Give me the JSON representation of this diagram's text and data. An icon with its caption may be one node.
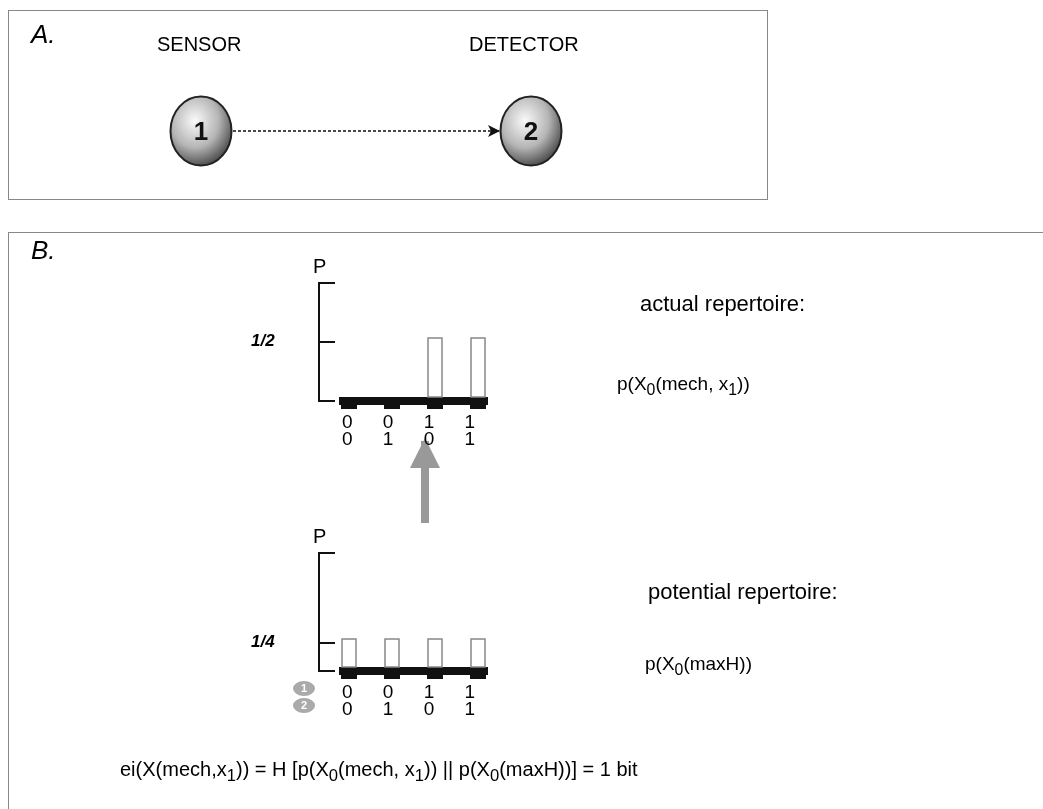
{
  "diagram": {
    "nodes": [
      {
        "text": [
          "A."
        ]
      },
      {
        "text": [
          "1"
        ],
        "beside": [
          "SENSOR"
        ],
        "in": 0
      },
      {
        "text": [
          "2"
        ],
        "beside": [
          "DETECTOR"
        ],
        "in": 0
      },
      {
        "text": [
          "B."
        ]
      },
      {
        "text": [
          "P",
          "1/2",
          "0 0 1 1",
          "0 1 0 1"
        ],
        "in": 3
      },
      {
        "text": [
          "P",
          "1/4",
          "0 0 1 1",
          "0 1 0 1"
        ],
        "in": 3
      },
      {
        "text": [
          "1"
        ],
        "in": 5
      },
      {
        "text": [
          "2"
        ],
        "in": 5
      }
    ],
    "edges": [
      {
        "from": 1,
        "to": 2,
        "arrow": "to",
        "style": "dashed"
      },
      {
        "from": 5,
        "to": 4,
        "arrow": "to",
        "style": "thick",
        "color": "#999999"
      }
    ],
    "labels": [
      "actual repertoire:",
      "p(X$_{0}$(mech, x$_{1}$))",
      "potential repertoire:",
      "p(X$_{0}$(maxH))",
      "ei(X(mech,x$_{1}$)) = H [p(X$_{0}$(mech, x$_{1}$)) || p(X$_{0}$(maxH))] = 1 bit"
    ]
  }
}
